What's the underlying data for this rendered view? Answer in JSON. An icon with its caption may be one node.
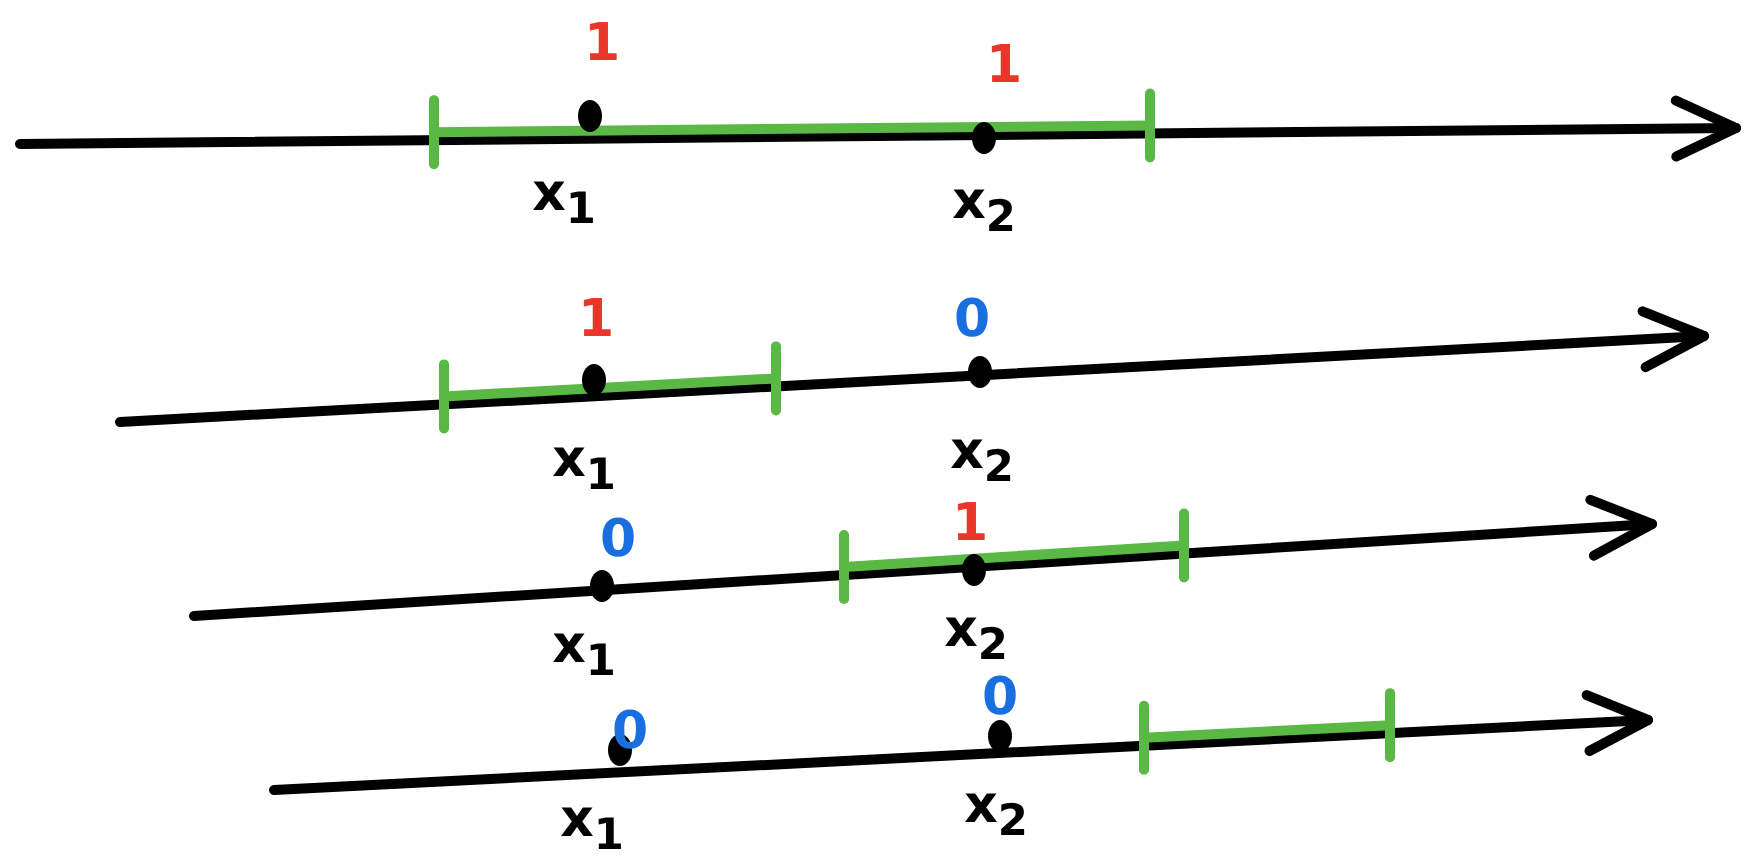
{
  "diagram": {
    "labels": [
      "1",
      "1",
      "x$_{1}$",
      "x$_{2}$",
      "1",
      "0",
      "x$_{1}$",
      "x$_{2}$",
      "0",
      "1",
      "x$_{1}$",
      "x$_{2}$",
      "0",
      "0",
      "x$_{1}$",
      "x$_{2}$"
    ]
  }
}
